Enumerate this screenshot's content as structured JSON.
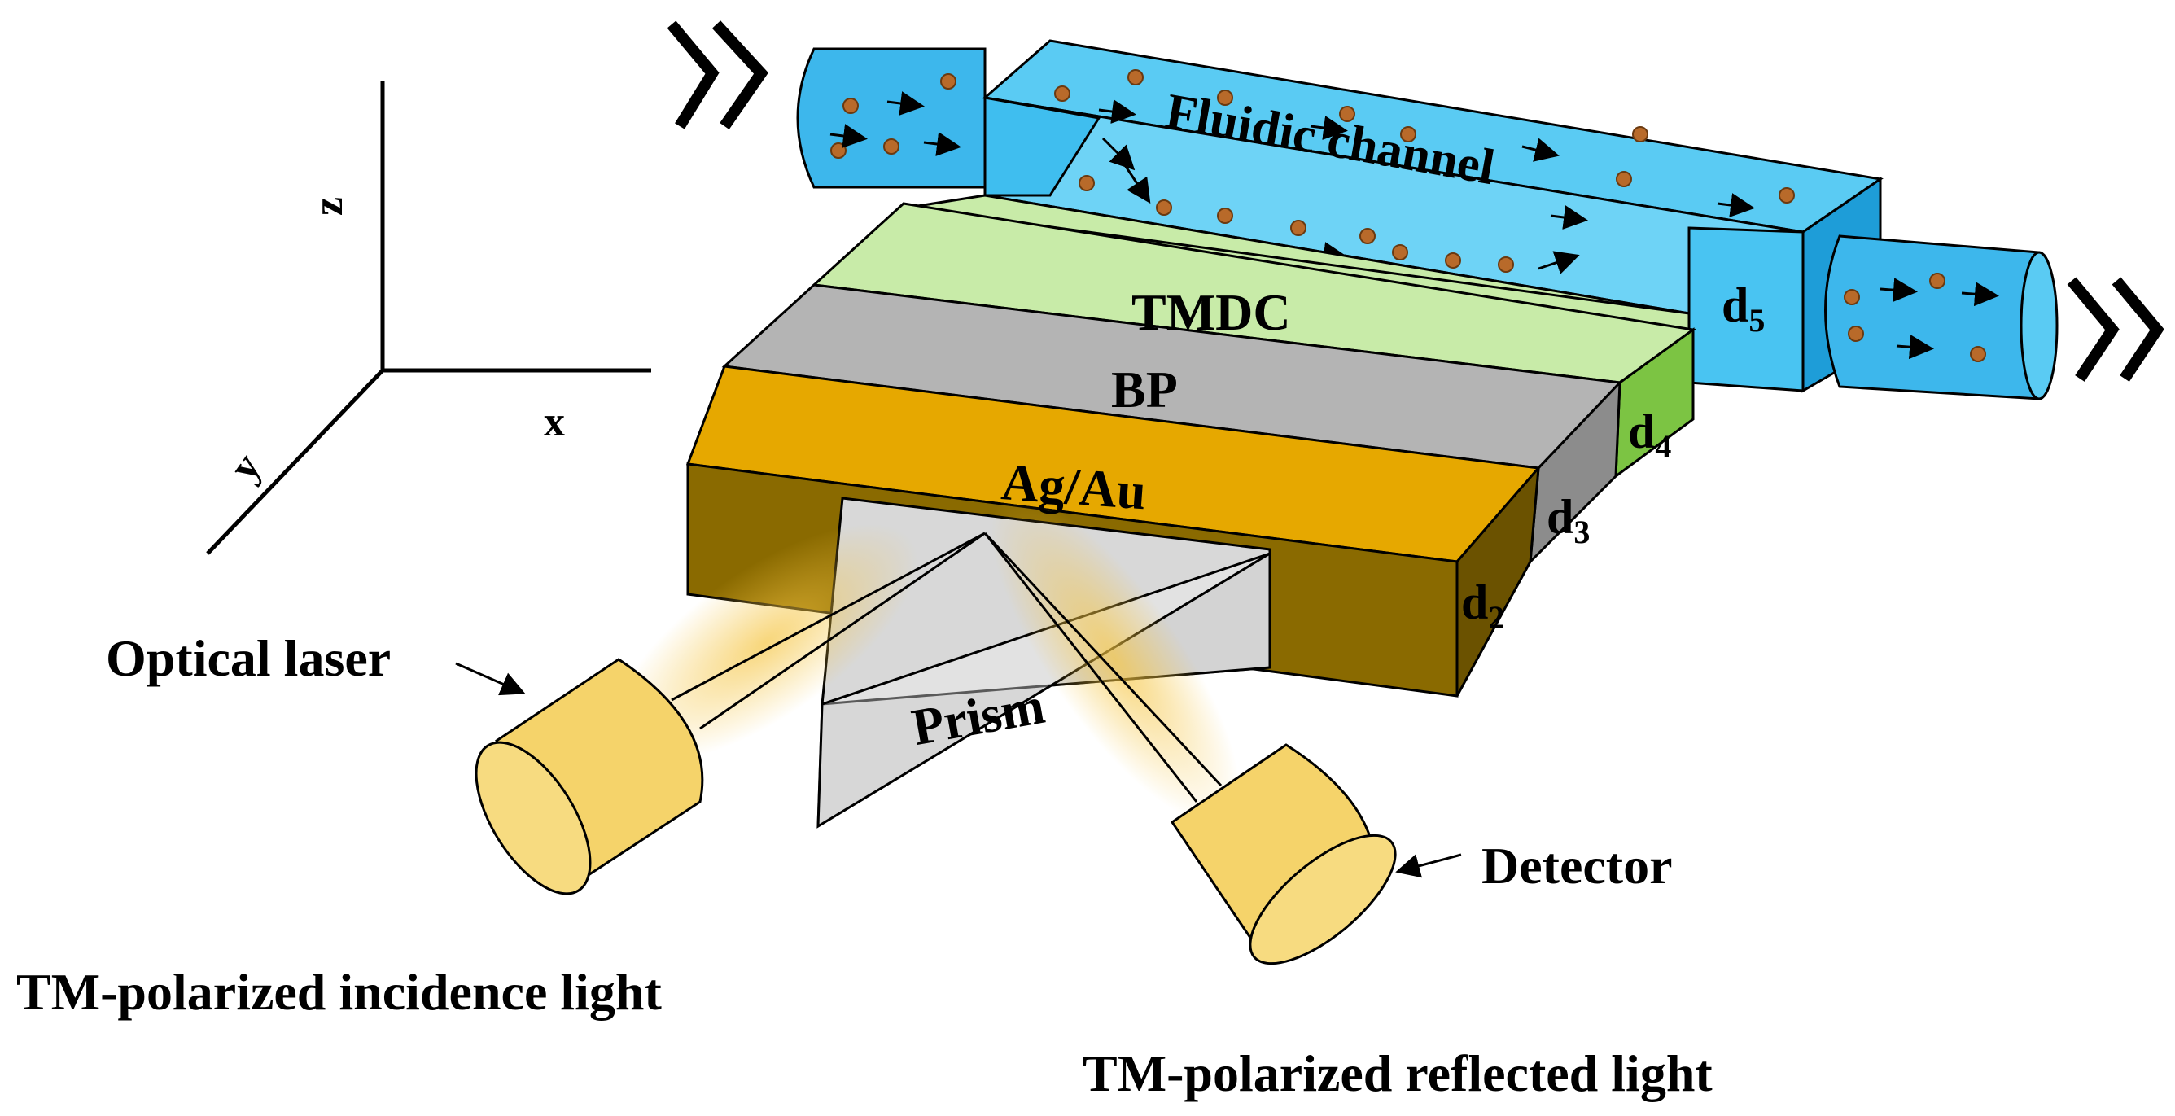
{
  "axes": {
    "z": "z",
    "x": "x",
    "y": "y"
  },
  "labels": {
    "fluidic_channel": "Fluidic channel",
    "tmdc": "TMDC",
    "bp": "BP",
    "ag_au": "Ag/Au",
    "prism": "Prism",
    "optical_laser": "Optical laser",
    "detector": "Detector",
    "incidence_light": "TM-polarized incidence light",
    "reflected_light": "TM-polarized reflected light",
    "d2_base": "d",
    "d2_sub": "2",
    "d3_base": "d",
    "d3_sub": "3",
    "d4_base": "d",
    "d4_sub": "4",
    "d5_base": "d",
    "d5_sub": "5"
  },
  "colors": {
    "channel_blue": "#4DC8F5",
    "channel_dark": "#1E9DD8",
    "tmdc_green": "#C8EBA8",
    "tmdc_side": "#7CC443",
    "bp_gray": "#B4B4B4",
    "bp_side": "#8C8C8C",
    "metal_gold": "#E6A800",
    "metal_dark": "#8A6A00",
    "prism_gray": "#D8D8D8",
    "laser_yellow": "#F5D36A",
    "particle": "#B86A2A"
  }
}
